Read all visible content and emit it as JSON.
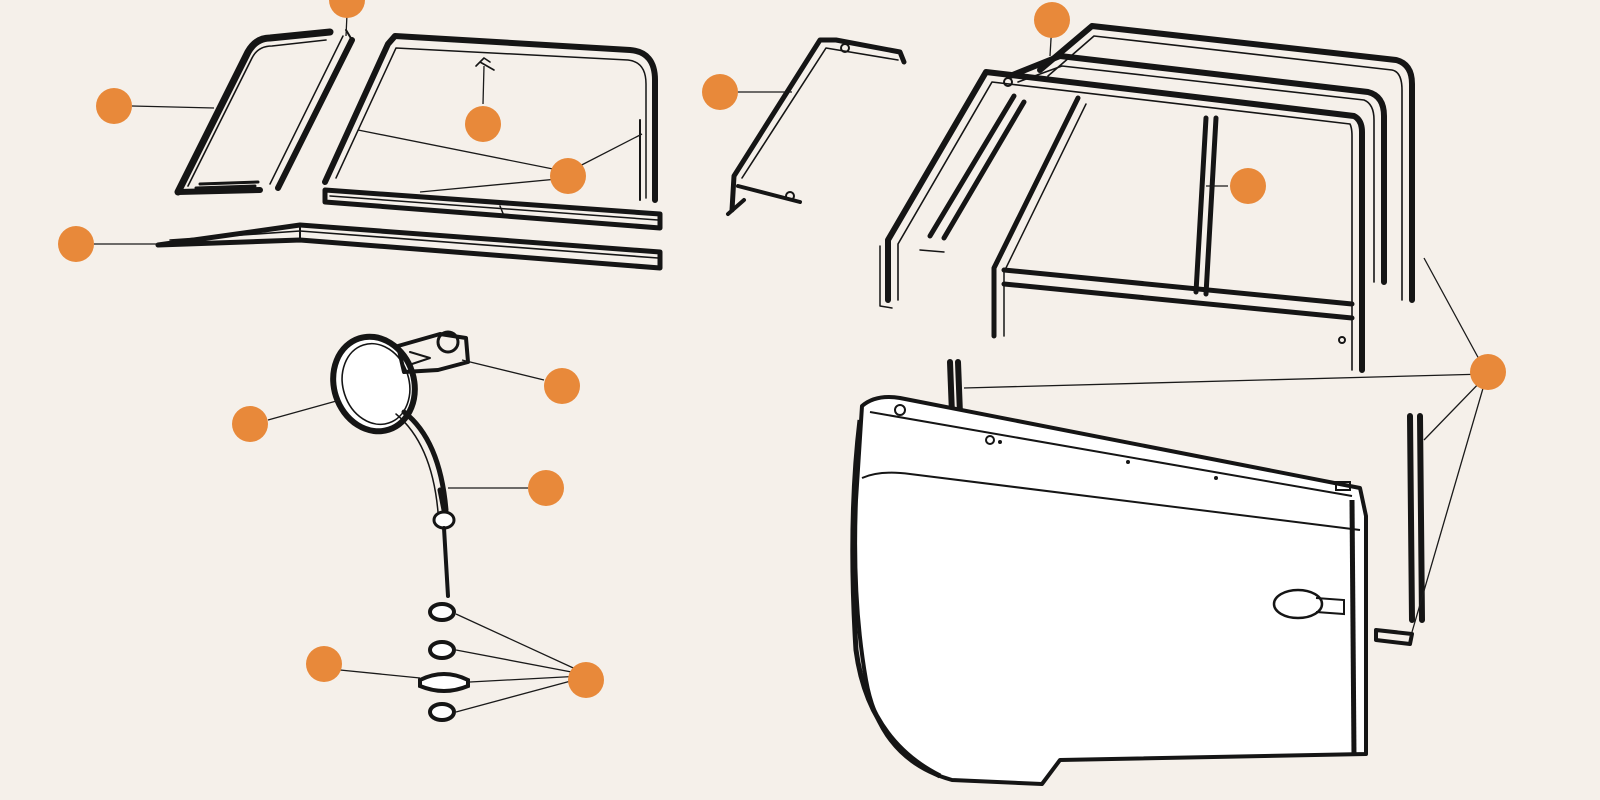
{
  "colors": {
    "background": "#f5f0ea",
    "marker": "#e8893a",
    "line": "#151515",
    "panel": "#ffffff"
  },
  "markers": [
    {
      "id": "vent-window-frame",
      "icon": "orange-dot-icon"
    },
    {
      "id": "vent-division-channel",
      "icon": "orange-dot-icon"
    },
    {
      "id": "glass-clip",
      "icon": "orange-dot-icon"
    },
    {
      "id": "glass-channel-seal",
      "icon": "orange-dot-icon"
    },
    {
      "id": "sill-channel",
      "icon": "orange-dot-icon"
    },
    {
      "id": "door-top-arm",
      "icon": "orange-dot-icon"
    },
    {
      "id": "door-frame-upper",
      "icon": "orange-dot-icon"
    },
    {
      "id": "door-frame-center-bar",
      "icon": "orange-dot-icon"
    },
    {
      "id": "mirror-clamp",
      "icon": "orange-dot-icon"
    },
    {
      "id": "mirror-head",
      "icon": "orange-dot-icon"
    },
    {
      "id": "mirror-arm",
      "icon": "orange-dot-icon"
    },
    {
      "id": "mirror-spacer",
      "icon": "orange-dot-icon"
    },
    {
      "id": "mirror-washers-nuts",
      "icon": "orange-dot-icon"
    },
    {
      "id": "door-weatherstrips",
      "icon": "orange-dot-icon"
    }
  ]
}
